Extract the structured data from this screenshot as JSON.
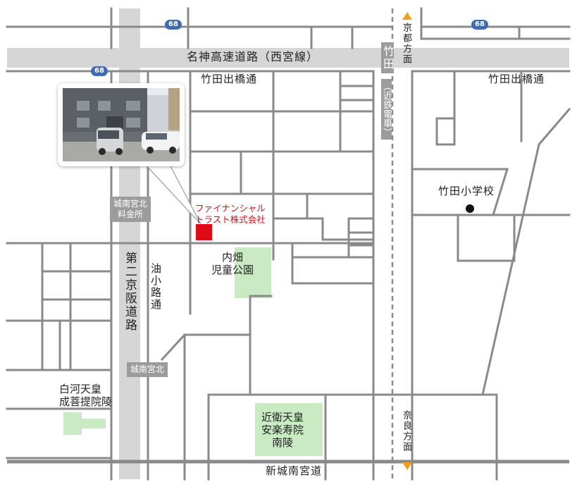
{
  "map": {
    "expressway_label": "名神高速道路（西宮線）",
    "takeda_demon_st_left": "竹田出橋通",
    "takeda_demon_st_right": "竹田出橋通",
    "route_shield_top_left": "68",
    "route_shield_top_right": "68",
    "route_shield_left": "68",
    "tollgate_label": "城南宮北\n料金所",
    "daini_keihan_road": "第二京阪道路",
    "aburanokoji_st": "油小路通",
    "jonangu_kita_tag": "城南宮北",
    "company_name": "ファイナンシャル\nトラスト株式会社",
    "uchihata_park": "内畑\n児童公園",
    "takeda_station": "竹田",
    "kintetsu_line": "（近鉄電車）",
    "kyoto_direction": "京都方面",
    "nara_direction": "奈良方面",
    "takeda_elementary": "竹田小学校",
    "shirakawa_tomb": "白河天皇\n成菩提院陵",
    "konoe_tomb": "近衛天皇\n安楽寿院\n南陵",
    "shin_jonangu_st": "新城南宮道",
    "colors": {
      "road": "#8a8a8a",
      "expressway": "#d6d6d6",
      "park": "#c9eac3",
      "company_marker": "#dd0b16",
      "direction_arrow": "#f0a020",
      "route_shield": "#3f6bb4",
      "tag": "#9c9c9c"
    }
  }
}
